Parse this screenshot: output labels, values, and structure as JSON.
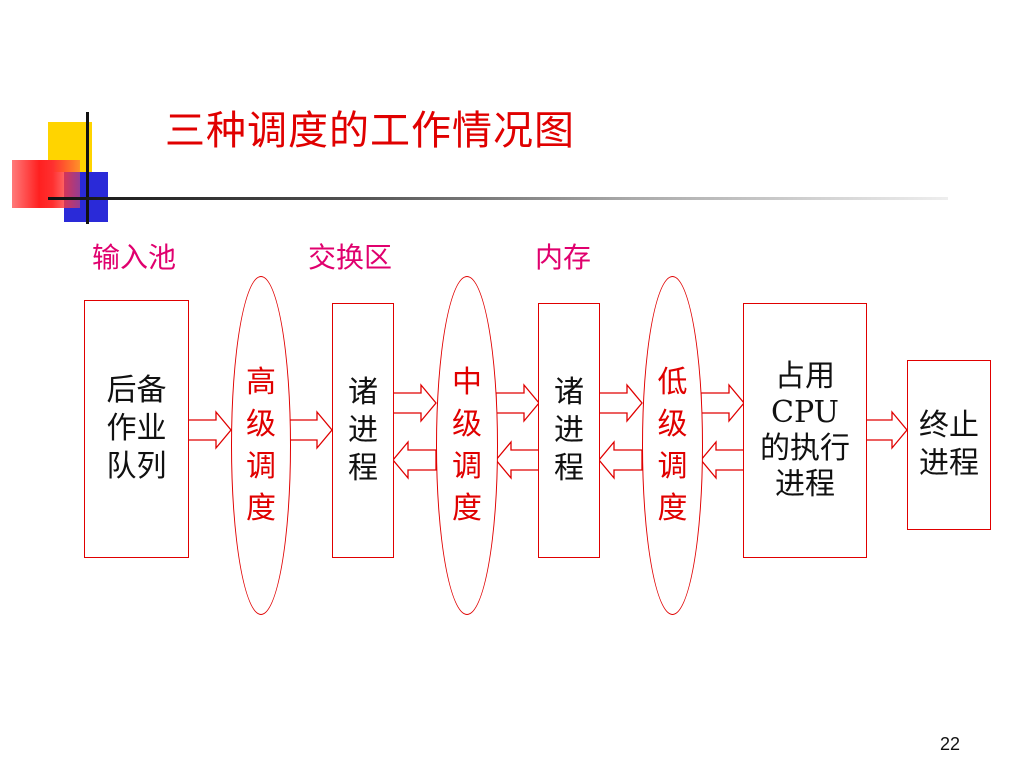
{
  "slide": {
    "title": "三种调度的工作情况图",
    "page_number": "22"
  },
  "regions": {
    "input_pool": "输入池",
    "swap_area": "交换区",
    "memory": "内存"
  },
  "boxes": {
    "backup_queue": "后备作业队列",
    "processes_swap": "诸进程",
    "processes_memory": "诸进程",
    "cpu_exec": "占用\nCPU\n的执行\n进程",
    "terminated": "终止进程"
  },
  "schedulers": {
    "high": "高级调度",
    "medium": "中级调度",
    "low": "低级调度"
  },
  "colors": {
    "title": "#e00000",
    "region_labels": "#e0006e",
    "borders": "#e00000",
    "scheduler_text": "#e00000"
  }
}
